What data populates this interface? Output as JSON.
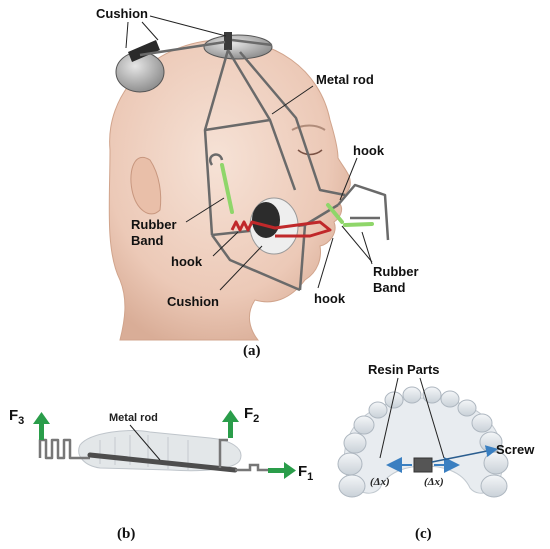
{
  "panel_a": {
    "caption": "(a)",
    "labels": {
      "cushion_top": "Cushion",
      "metal_rod": "Metal rod",
      "hook_right": "hook",
      "rubber_band_left": "Rubber\nBand",
      "hook_left": "hook",
      "cushion_bottom": "Cushion",
      "hook_bottom": "hook",
      "rubber_band_right": "Rubber\nBand"
    }
  },
  "panel_b": {
    "caption": "(b)",
    "metal_rod": "Metal rod",
    "forces": [
      "F3",
      "F2",
      "F1"
    ]
  },
  "panel_c": {
    "caption": "(c)",
    "resin_parts": "Resin Parts",
    "screw": "Screw",
    "delta_left": "(Δx)",
    "delta_right": "(Δx)"
  },
  "colors": {
    "band_green": "#8fd66a",
    "band_red": "#c0282a",
    "force_green": "#2a9d4a",
    "screw_arrow": "#3a7fc1",
    "rod_gray": "#6a6a6a"
  }
}
